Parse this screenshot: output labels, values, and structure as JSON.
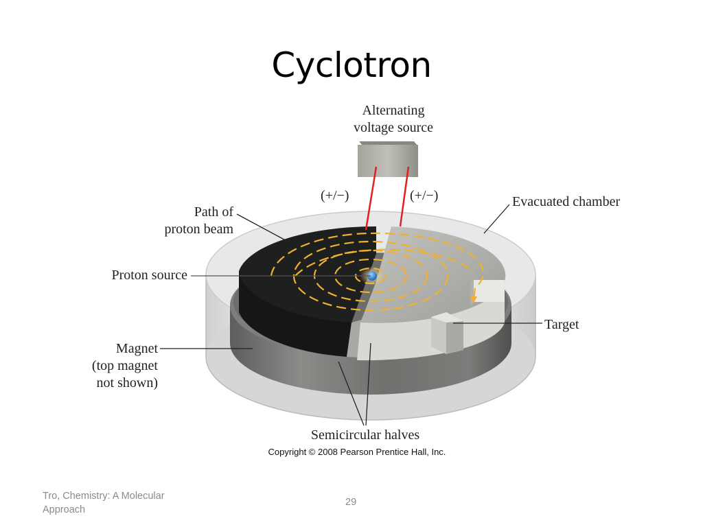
{
  "slide": {
    "title": "Cyclotron",
    "page_number": "29",
    "footer_text": "Tro, Chemistry: A Molecular Approach"
  },
  "diagram": {
    "labels": {
      "voltage_source_line1": "Alternating",
      "voltage_source_line2": "voltage source",
      "polarity_left": "(+/−)",
      "polarity_right": "(+/−)",
      "path_line1": "Path of",
      "path_line2": "proton beam",
      "evacuated_chamber": "Evacuated chamber",
      "proton_source": "Proton source",
      "target": "Target",
      "magnet_line1": "Magnet",
      "magnet_line2": "(top magnet",
      "magnet_line3": "not shown)",
      "semicircular_halves": "Semicircular halves"
    },
    "copyright": "Copyright © 2008 Pearson Prentice Hall, Inc.",
    "colors": {
      "beam_path": "#f0b030",
      "wire": "#e02020",
      "proton": "#3a8fd8",
      "dark_half": "#1e1f1f",
      "light_half": "#b8b8b4",
      "magnet": "#6b6d6b",
      "chamber": "#d8dadb"
    }
  }
}
